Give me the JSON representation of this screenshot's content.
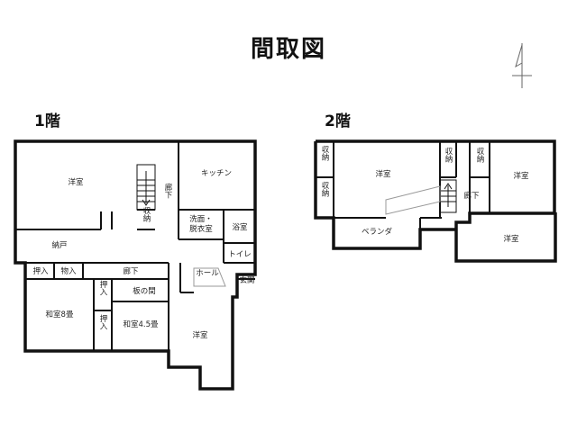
{
  "title": "間取図",
  "floor1": {
    "label": "1階",
    "rooms": {
      "youshitsu_main": "洋室",
      "kitchen": "キッチン",
      "rouka_right": "廊下",
      "shuno_stair": "収納",
      "senmen": "洗面・\n脱衣室",
      "yokushitsu": "浴室",
      "toilet": "トイレ",
      "nando": "納戸",
      "oshiire1": "押入",
      "monoire": "物入",
      "rouka_mid": "廊下",
      "hall": "ホール",
      "genkan": "玄関",
      "washitsu8": "和室8畳",
      "oshiire2": "押入",
      "itanoma": "板の間",
      "washitsu45": "和室4.5畳",
      "oshiire3": "押入",
      "youshitsu_small": "洋室"
    }
  },
  "floor2": {
    "label": "2階",
    "rooms": {
      "shuno_a": "収納",
      "shuno_b": "収納",
      "youshitsu_left": "洋室",
      "shuno_c": "収納",
      "shuno_d": "収納",
      "youshitsu_right": "洋室",
      "rouka": "廊下",
      "veranda": "ベランダ",
      "youshitsu_bottom": "洋室"
    }
  }
}
